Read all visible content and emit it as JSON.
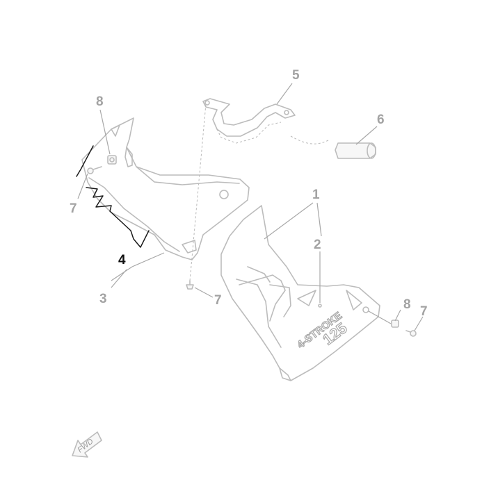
{
  "callouts": {
    "c1": "1",
    "c2": "2",
    "c3": "3",
    "c4": "4",
    "c5": "5",
    "c6": "6",
    "c7a": "7",
    "c7b": "7",
    "c7c": "7",
    "c8a": "8",
    "c8b": "8"
  },
  "decal": {
    "line1": "4-STROKE",
    "line2": "125"
  },
  "fwd_label": "FWD",
  "colors": {
    "part_outline": "#bcbcbc",
    "highlight_outline": "#1a1a1a",
    "callout_text": "#a3a3a3"
  }
}
